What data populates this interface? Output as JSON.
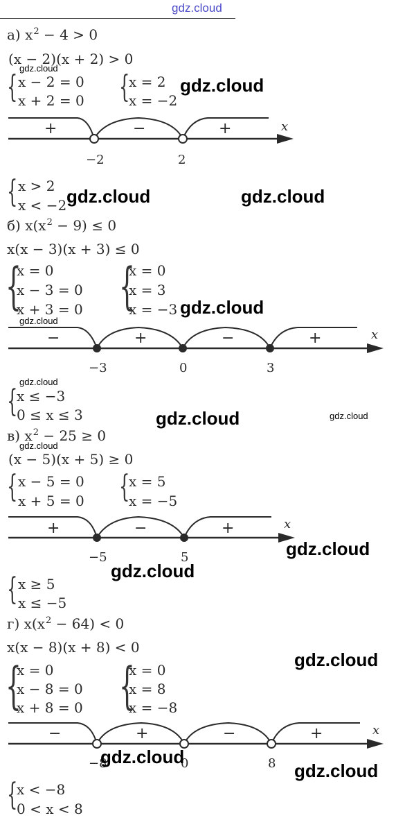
{
  "header": {
    "site": "gdz.cloud"
  },
  "watermark": {
    "text": "gdz.cloud"
  },
  "parts": {
    "a": {
      "label": "а)",
      "ineq_pre": "x",
      "ineq_exp": "2",
      "ineq_post": " − 4 > 0",
      "factored": "(x − 2)(x + 2) > 0",
      "sys1": [
        "x − 2 = 0",
        "x + 2 = 0"
      ],
      "sys2": [
        "x = 2",
        "x = −2"
      ],
      "axis_var": "x",
      "ticks": [
        "−2",
        "2"
      ],
      "signs": [
        "+",
        "−",
        "+"
      ],
      "answer": [
        "x > 2",
        "x < −2"
      ]
    },
    "b": {
      "label": "б)",
      "ineq_pre": "x(x",
      "ineq_exp": "2",
      "ineq_post": " − 9) ≤ 0",
      "factored": "x(x − 3)(x + 3) ≤ 0",
      "sys1": [
        "x = 0",
        "x − 3 = 0",
        "x + 3 = 0"
      ],
      "sys2": [
        "x = 0",
        "x = 3",
        "x = −3"
      ],
      "axis_var": "x",
      "ticks": [
        "−3",
        "0",
        "3"
      ],
      "signs": [
        "−",
        "+",
        "−",
        "+"
      ],
      "answer": [
        "x ≤ −3",
        "0 ≤ x ≤ 3"
      ]
    },
    "c": {
      "label": "в)",
      "ineq_pre": "x",
      "ineq_exp": "2",
      "ineq_post": " − 25 ≥ 0",
      "factored": "(x − 5)(x + 5) ≥ 0",
      "sys1": [
        "x − 5 = 0",
        "x + 5 = 0"
      ],
      "sys2": [
        "x = 5",
        "x = −5"
      ],
      "axis_var": "x",
      "ticks": [
        "−5",
        "5"
      ],
      "signs": [
        "+",
        "−",
        "+"
      ],
      "answer": [
        "x ≥ 5",
        "x ≤ −5"
      ]
    },
    "d": {
      "label": "г)",
      "ineq_pre": "x(x",
      "ineq_exp": "2",
      "ineq_post": " − 64) < 0",
      "factored": "x(x − 8)(x + 8) < 0",
      "sys1": [
        "x = 0",
        "x − 8 = 0",
        "x + 8 = 0"
      ],
      "sys2": [
        "x = 0",
        "x = 8",
        "x = −8"
      ],
      "axis_var": "x",
      "ticks": [
        "−8",
        "0",
        "8"
      ],
      "signs": [
        "−",
        "+",
        "−",
        "+"
      ],
      "answer": [
        "x < −8",
        "0 < x < 8"
      ]
    }
  }
}
